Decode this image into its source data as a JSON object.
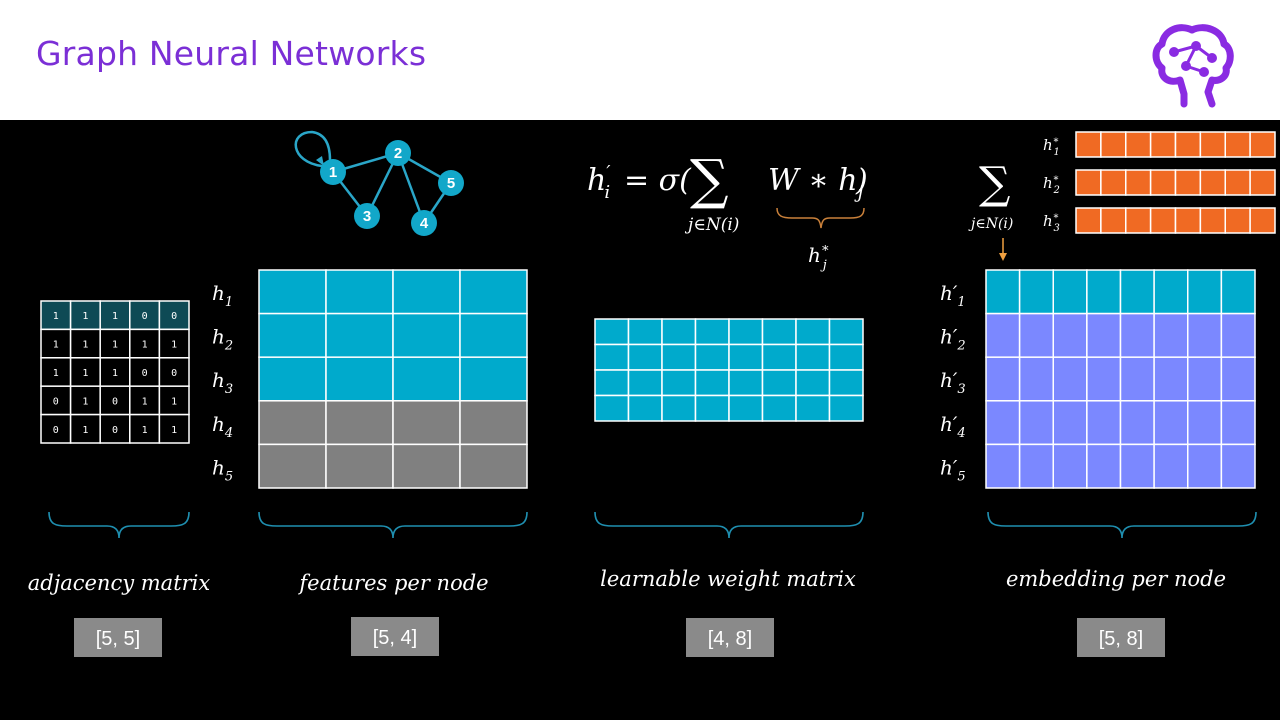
{
  "header": {
    "title": "Graph Neural Networks"
  },
  "colors": {
    "cyan": "#00aacc",
    "gray": "#808080",
    "blue": "#7b88ff",
    "orange": "#f06a23",
    "brace": "#1f8fb0",
    "purple": "#7b2fd6"
  },
  "graph": {
    "nodes": [
      "1",
      "2",
      "3",
      "4",
      "5"
    ]
  },
  "adjacency": {
    "rows": [
      [
        "1",
        "1",
        "1",
        "0",
        "0"
      ],
      [
        "1",
        "1",
        "1",
        "1",
        "1"
      ],
      [
        "1",
        "1",
        "1",
        "0",
        "0"
      ],
      [
        "0",
        "1",
        "0",
        "1",
        "1"
      ],
      [
        "0",
        "1",
        "0",
        "1",
        "1"
      ]
    ]
  },
  "features": {
    "labels": [
      {
        "base": "h",
        "sub": "1"
      },
      {
        "base": "h",
        "sub": "2"
      },
      {
        "base": "h",
        "sub": "3"
      },
      {
        "base": "h",
        "sub": "4"
      },
      {
        "base": "h",
        "sub": "5"
      }
    ],
    "rows": 5,
    "cols": 4,
    "highlighted_rows": 3
  },
  "weight": {
    "rows": 4,
    "cols": 8
  },
  "formula": {
    "lhs": "h",
    "lhs_sub": "i",
    "lhs_prime": "′",
    "eq": "= σ(",
    "sum": "∑",
    "sum_sub": "j∈N(i)",
    "body": "W ∗ h",
    "body_sub": "j",
    "close": ")",
    "brace_label": "h",
    "brace_label_sub": "j",
    "brace_label_sup": "∗"
  },
  "embedding": {
    "sum": "∑",
    "sum_sub": "j∈N(i)",
    "transformed": [
      {
        "base": "h",
        "sub": "1",
        "sup": "∗"
      },
      {
        "base": "h",
        "sub": "2",
        "sup": "∗"
      },
      {
        "base": "h",
        "sub": "3",
        "sup": "∗"
      }
    ],
    "labels": [
      {
        "base": "h′",
        "sub": "1"
      },
      {
        "base": "h′",
        "sub": "2"
      },
      {
        "base": "h′",
        "sub": "3"
      },
      {
        "base": "h′",
        "sub": "4"
      },
      {
        "base": "h′",
        "sub": "5"
      }
    ],
    "rows": 5,
    "cols": 8
  },
  "captions": {
    "adjacency": "adjacency matrix",
    "features": "features per node",
    "weight": "learnable weight matrix",
    "embedding": "embedding per node"
  },
  "shapes": {
    "adjacency": "[5, 5]",
    "features": "[5, 4]",
    "weight": "[4, 8]",
    "embedding": "[5, 8]"
  }
}
